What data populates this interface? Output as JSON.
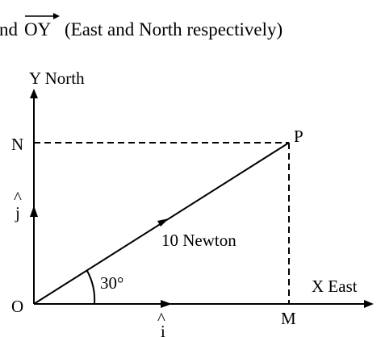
{
  "caption": {
    "prefix": "nd",
    "vector": "OY",
    "suffix": "(East and North respectively)"
  },
  "diagram": {
    "y_axis_label": "Y North",
    "x_axis_label": "X East",
    "origin_label": "O",
    "point_n": "N",
    "point_p": "P",
    "point_m": "M",
    "unit_j": "j",
    "unit_i": "i",
    "hat": "^",
    "angle": "30°",
    "force_label": "10 Newton"
  },
  "colors": {
    "ink": "#000000",
    "background": "#ffffff"
  }
}
